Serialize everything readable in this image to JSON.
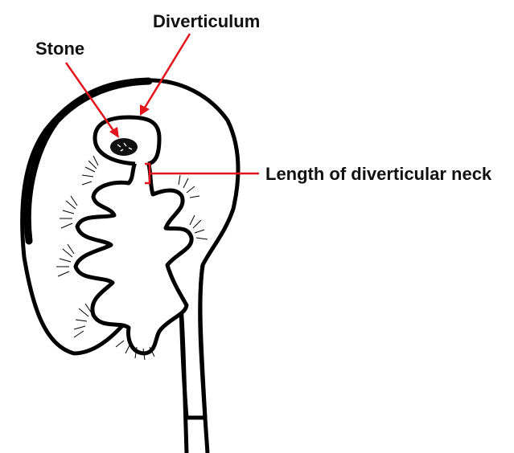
{
  "labels": {
    "diverticulum": "Diverticulum",
    "stone": "Stone",
    "neck_length": "Length of diverticular neck"
  },
  "colors": {
    "outline": "#000000",
    "pointer": "#e3141b",
    "text": "#111111",
    "background": "#ffffff"
  }
}
